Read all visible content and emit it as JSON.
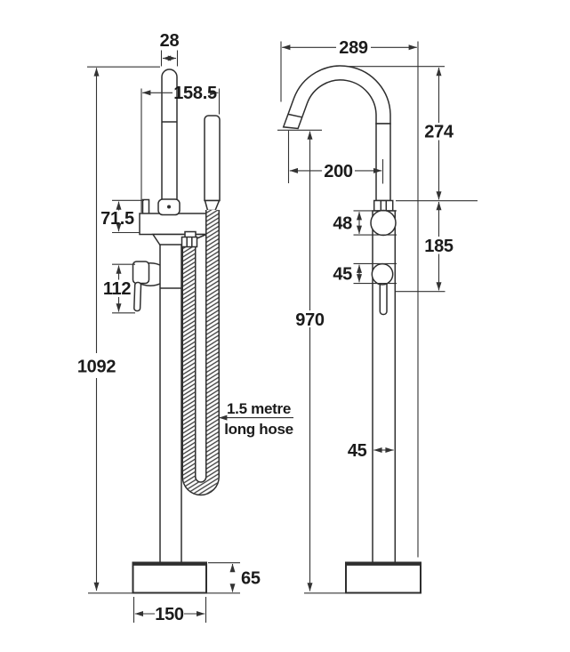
{
  "drawing": {
    "type": "product-dimension-diagram",
    "subject": "freestanding bath mixer with hand shower, two elevation views",
    "left_view": {
      "dims": {
        "handset_width": "28",
        "handset_reach": "158.5",
        "body_height": "71.5",
        "handle_length": "112",
        "overall_height": "1092",
        "base_width": "150",
        "base_height": "65"
      },
      "hose_note": {
        "line1": "1.5 metre",
        "line2": "long hose"
      }
    },
    "right_view": {
      "dims": {
        "spout_reach": "289",
        "spout_drop": "274",
        "spout_projection": "200",
        "diverter_height": "48",
        "controls_span": "185",
        "mixer_height": "45",
        "spout_outlet_height": "970",
        "column_width": "45"
      }
    }
  },
  "colors": {
    "line": "#2e2e2e",
    "dim_line": "#333333",
    "text": "#1b1b1b",
    "background": "#ffffff"
  }
}
